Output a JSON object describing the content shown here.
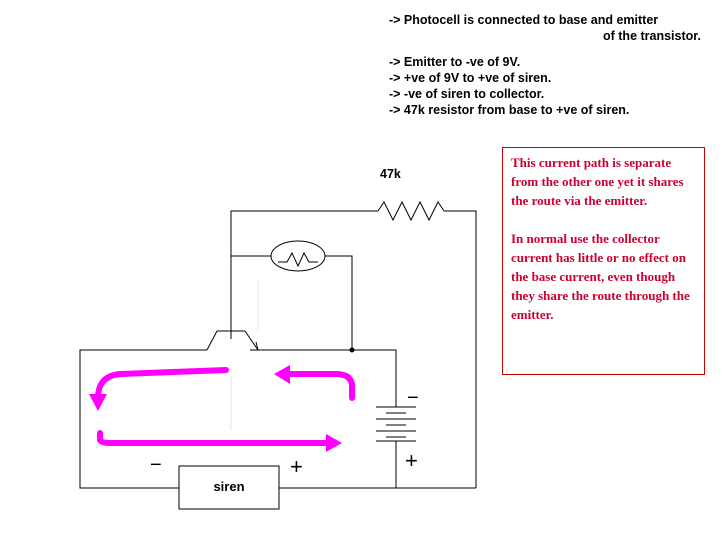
{
  "instructions": {
    "line1_a": "-> Photocell is connected to base and emitter",
    "line1_b": "of the transistor.",
    "line2": "-> Emitter to -ve of 9V.",
    "line3": "-> +ve of 9V to +ve of siren.",
    "line4": "-> -ve of siren to collector.",
    "line5": "-> 47k resistor from base to +ve of siren."
  },
  "explanation": {
    "paragraph1": "This current path is separate from the other one yet it shares the route via the emitter.",
    "paragraph2": "In normal use the collector current has little or no effect on the base current, even though they share the route through the emitter."
  },
  "labels": {
    "resistor": "47k",
    "siren": "siren",
    "siren_minus": "−",
    "siren_plus": "+",
    "battery_minus": "−",
    "battery_plus": "+"
  },
  "colors": {
    "wire": "#000000",
    "current_arrow": "#ff00ff",
    "callout_text": "#cc0033",
    "callout_border": "#cc0000"
  }
}
